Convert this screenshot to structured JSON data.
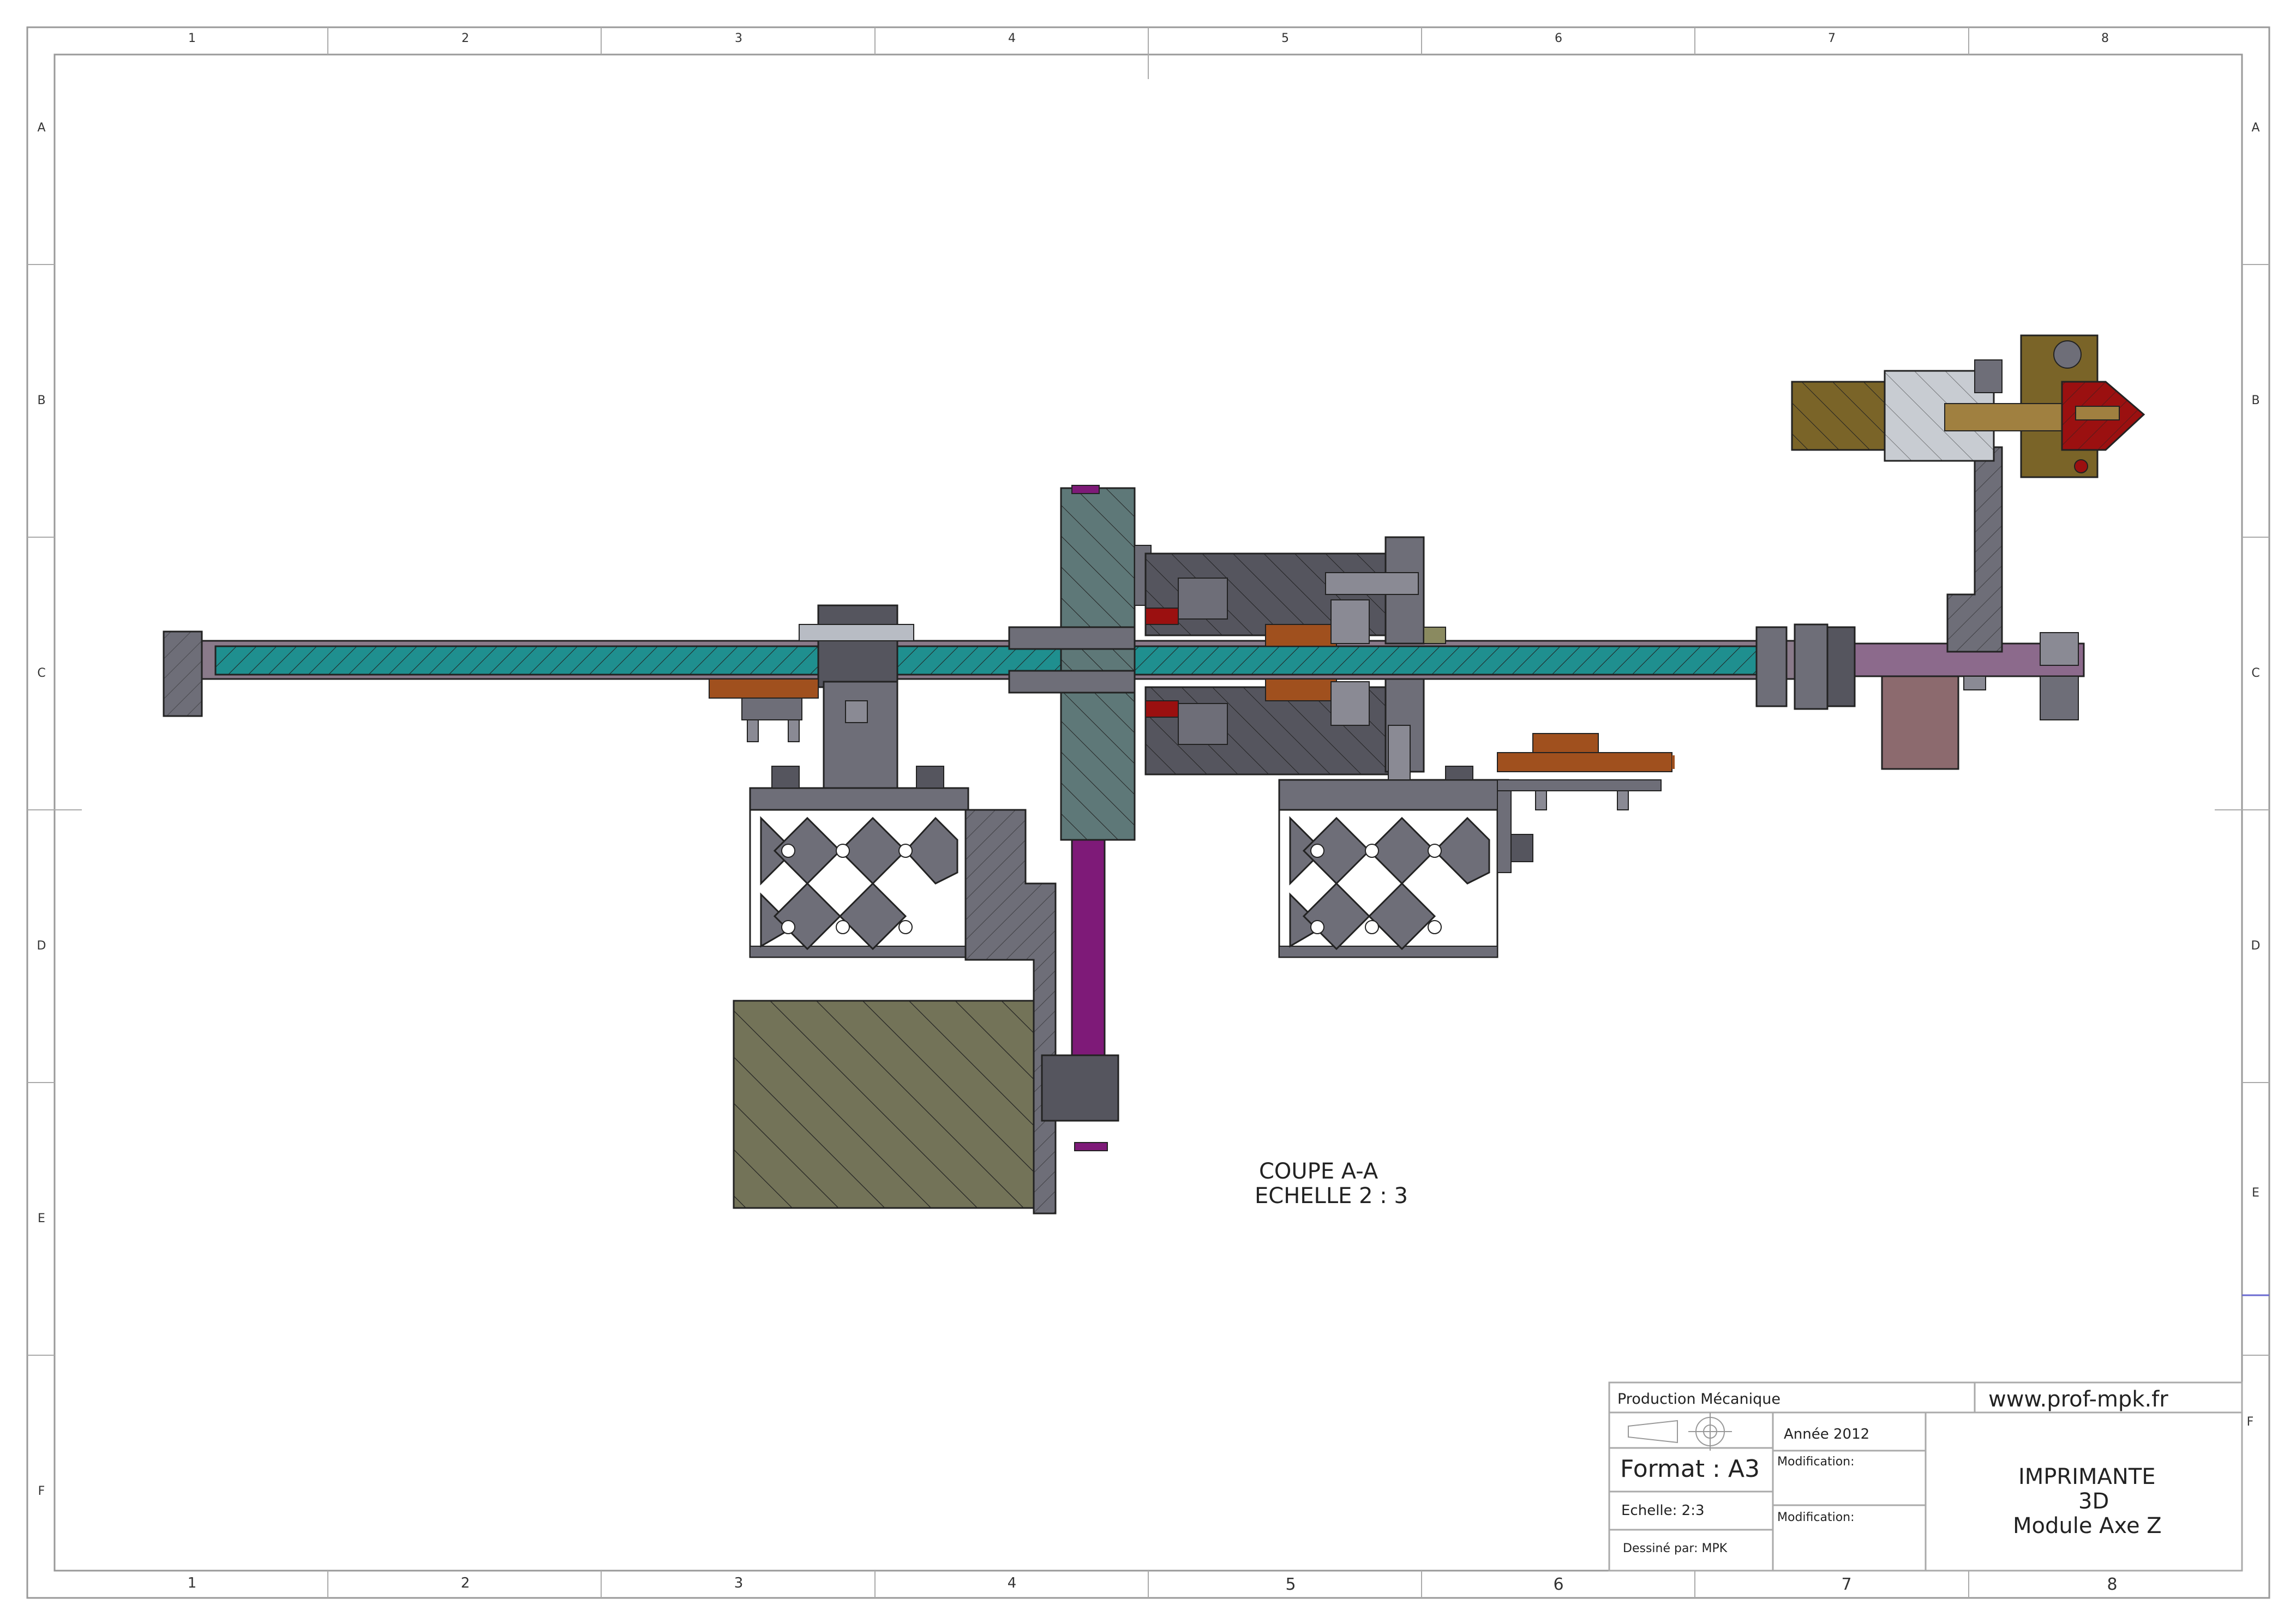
{
  "frame": {
    "columns": [
      "1",
      "2",
      "3",
      "4",
      "5",
      "6",
      "7",
      "8"
    ],
    "rows": [
      "A",
      "B",
      "C",
      "D",
      "E",
      "F"
    ]
  },
  "section": {
    "title": "COUPE A-A",
    "scale": "ECHELLE 2 : 3"
  },
  "title_block": {
    "company": "Production Mécanique",
    "website": "www.prof-mpk.fr",
    "year": "Année 2012",
    "format": "Format : A3",
    "modification_1": "Modification:",
    "modification_2": "Modification:",
    "scale": "Echelle: 2:3",
    "drawn_by": "Dessiné par: MPK",
    "title_line1": "IMPRIMANTE",
    "title_line2": "3D",
    "title_line3": "Module Axe Z"
  },
  "colors": {
    "screw": "#1f8f8f",
    "frame_gray": "#6e6e78",
    "dark_gray": "#55555e",
    "motor": "#737358",
    "purple": "#7e1a78",
    "copper": "#a0501e",
    "red": "#9b1010",
    "brass": "#7a6428",
    "pink": "#8c6a6e",
    "light_gray": "#b8bcc4"
  }
}
